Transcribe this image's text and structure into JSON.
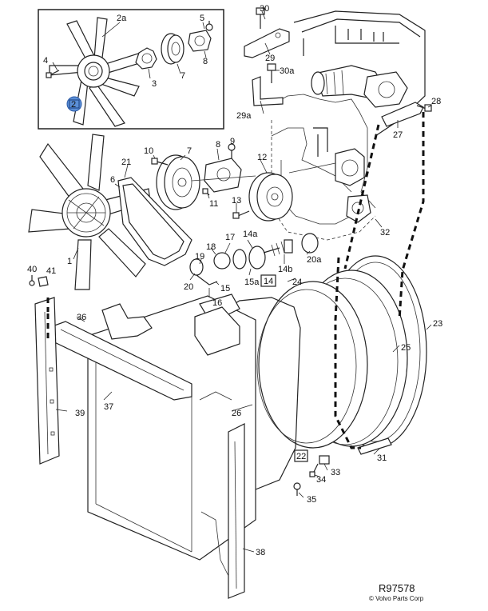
{
  "diagram": {
    "reference": "R97578",
    "copyright": "© Volvo Parts Corp",
    "callouts": [
      {
        "id": "c-2a",
        "label": "2a"
      },
      {
        "id": "c-5",
        "label": "5"
      },
      {
        "id": "c-4",
        "label": "4"
      },
      {
        "id": "c-3",
        "label": "3"
      },
      {
        "id": "c-7a",
        "label": "7"
      },
      {
        "id": "c-8a",
        "label": "8"
      },
      {
        "id": "c-2",
        "label": "2"
      },
      {
        "id": "c-30",
        "label": "30"
      },
      {
        "id": "c-29",
        "label": "29"
      },
      {
        "id": "c-30a",
        "label": "30a"
      },
      {
        "id": "c-29a",
        "label": "29a"
      },
      {
        "id": "c-28",
        "label": "28"
      },
      {
        "id": "c-27",
        "label": "27"
      },
      {
        "id": "c-10",
        "label": "10"
      },
      {
        "id": "c-7b",
        "label": "7"
      },
      {
        "id": "c-8b",
        "label": "8"
      },
      {
        "id": "c-9",
        "label": "9"
      },
      {
        "id": "c-21",
        "label": "21"
      },
      {
        "id": "c-6",
        "label": "6"
      },
      {
        "id": "c-11",
        "label": "11"
      },
      {
        "id": "c-12",
        "label": "12"
      },
      {
        "id": "c-13",
        "label": "13"
      },
      {
        "id": "c-32",
        "label": "32"
      },
      {
        "id": "c-1",
        "label": "1"
      },
      {
        "id": "c-17",
        "label": "17"
      },
      {
        "id": "c-14a",
        "label": "14a"
      },
      {
        "id": "c-18",
        "label": "18"
      },
      {
        "id": "c-19",
        "label": "19"
      },
      {
        "id": "c-20",
        "label": "20"
      },
      {
        "id": "c-15",
        "label": "15"
      },
      {
        "id": "c-15a",
        "label": "15a"
      },
      {
        "id": "c-14",
        "label": "14"
      },
      {
        "id": "c-14b",
        "label": "14b"
      },
      {
        "id": "c-20a",
        "label": "20a"
      },
      {
        "id": "c-24",
        "label": "24"
      },
      {
        "id": "c-16",
        "label": "16"
      },
      {
        "id": "c-40",
        "label": "40"
      },
      {
        "id": "c-41",
        "label": "41"
      },
      {
        "id": "c-36",
        "label": "36"
      },
      {
        "id": "c-23",
        "label": "23"
      },
      {
        "id": "c-25",
        "label": "25"
      },
      {
        "id": "c-37",
        "label": "37"
      },
      {
        "id": "c-39",
        "label": "39"
      },
      {
        "id": "c-26",
        "label": "26"
      },
      {
        "id": "c-22",
        "label": "22"
      },
      {
        "id": "c-31",
        "label": "31"
      },
      {
        "id": "c-33",
        "label": "33"
      },
      {
        "id": "c-34",
        "label": "34"
      },
      {
        "id": "c-35",
        "label": "35"
      },
      {
        "id": "c-38",
        "label": "38"
      }
    ]
  }
}
